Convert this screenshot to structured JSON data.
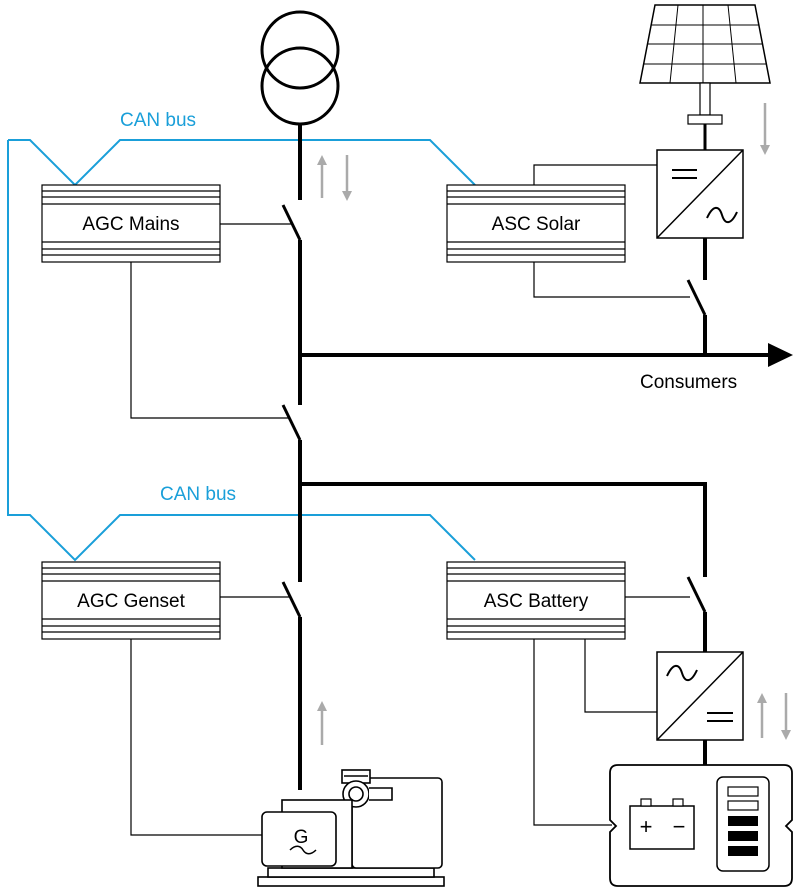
{
  "colors": {
    "can_bus": "#1a9fd9",
    "power_line": "#000000",
    "flow_arrow": "#aaaaaa"
  },
  "labels": {
    "can_bus_top": "CAN bus",
    "can_bus_bottom": "CAN bus",
    "consumers": "Consumers"
  },
  "controllers": {
    "agc_mains": "AGC Mains",
    "asc_solar": "ASC Solar",
    "agc_genset": "AGC Genset",
    "asc_battery": "ASC Battery"
  },
  "generator_symbol": "G",
  "battery_terminals": {
    "plus": "+",
    "minus": "−"
  },
  "icons": [
    "transformer-icon",
    "solar-panel-icon",
    "inverter-icon",
    "generator-icon",
    "battery-icon",
    "breaker-icon",
    "bidirectional-flow-arrow-icon",
    "flow-arrow-icon"
  ]
}
